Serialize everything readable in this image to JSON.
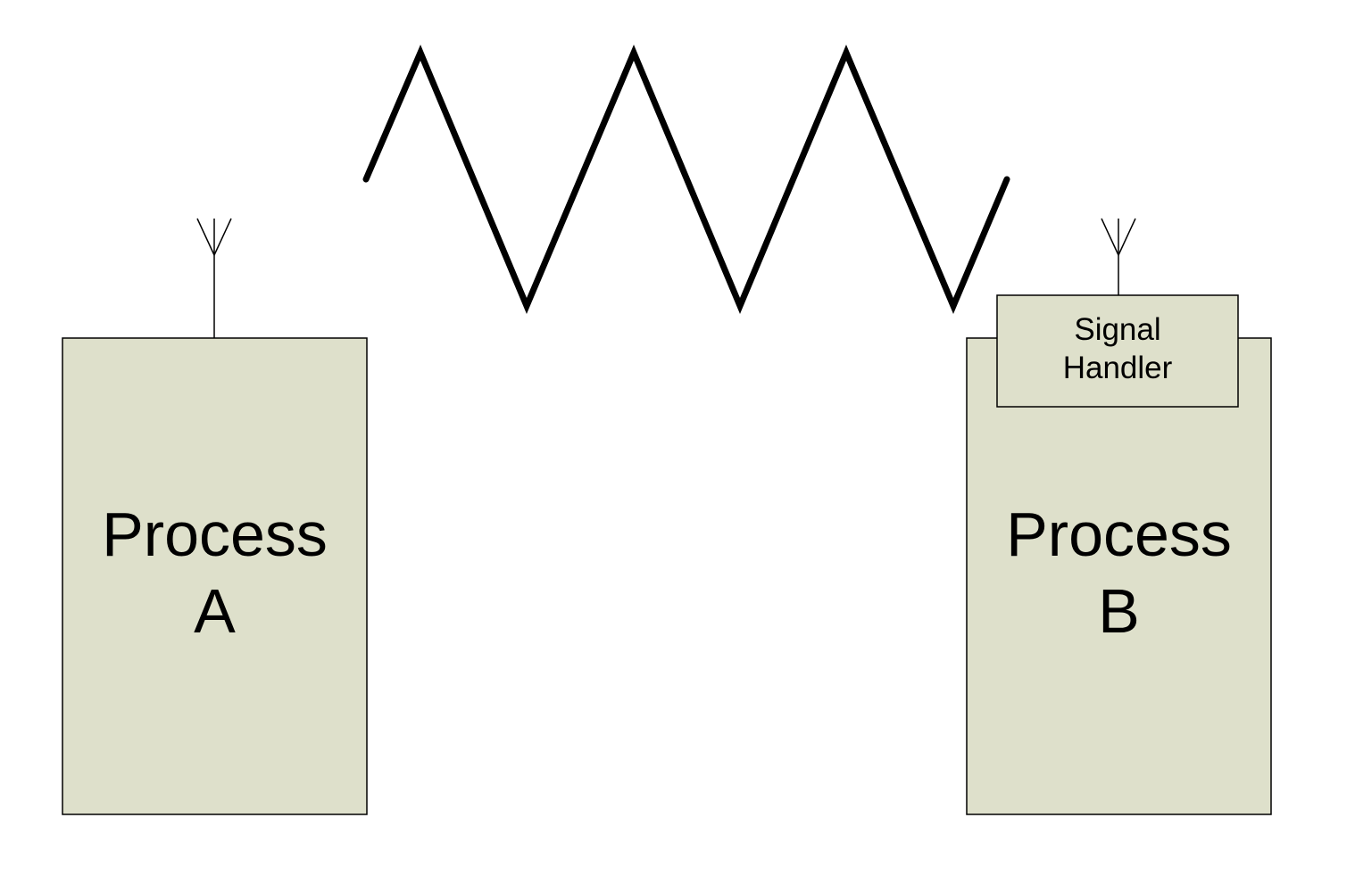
{
  "colors": {
    "box_fill": "#dee0cb",
    "box_stroke": "#000000",
    "signal_stroke": "#000000",
    "background": "#ffffff"
  },
  "process_a": {
    "line1": "Process",
    "line2": "A"
  },
  "process_b": {
    "line1": "Process",
    "line2": "B"
  },
  "signal_handler": {
    "line1": "Signal",
    "line2": "Handler"
  },
  "icons": {
    "antenna": "antenna-icon",
    "signal_wave": "zigzag-signal"
  }
}
